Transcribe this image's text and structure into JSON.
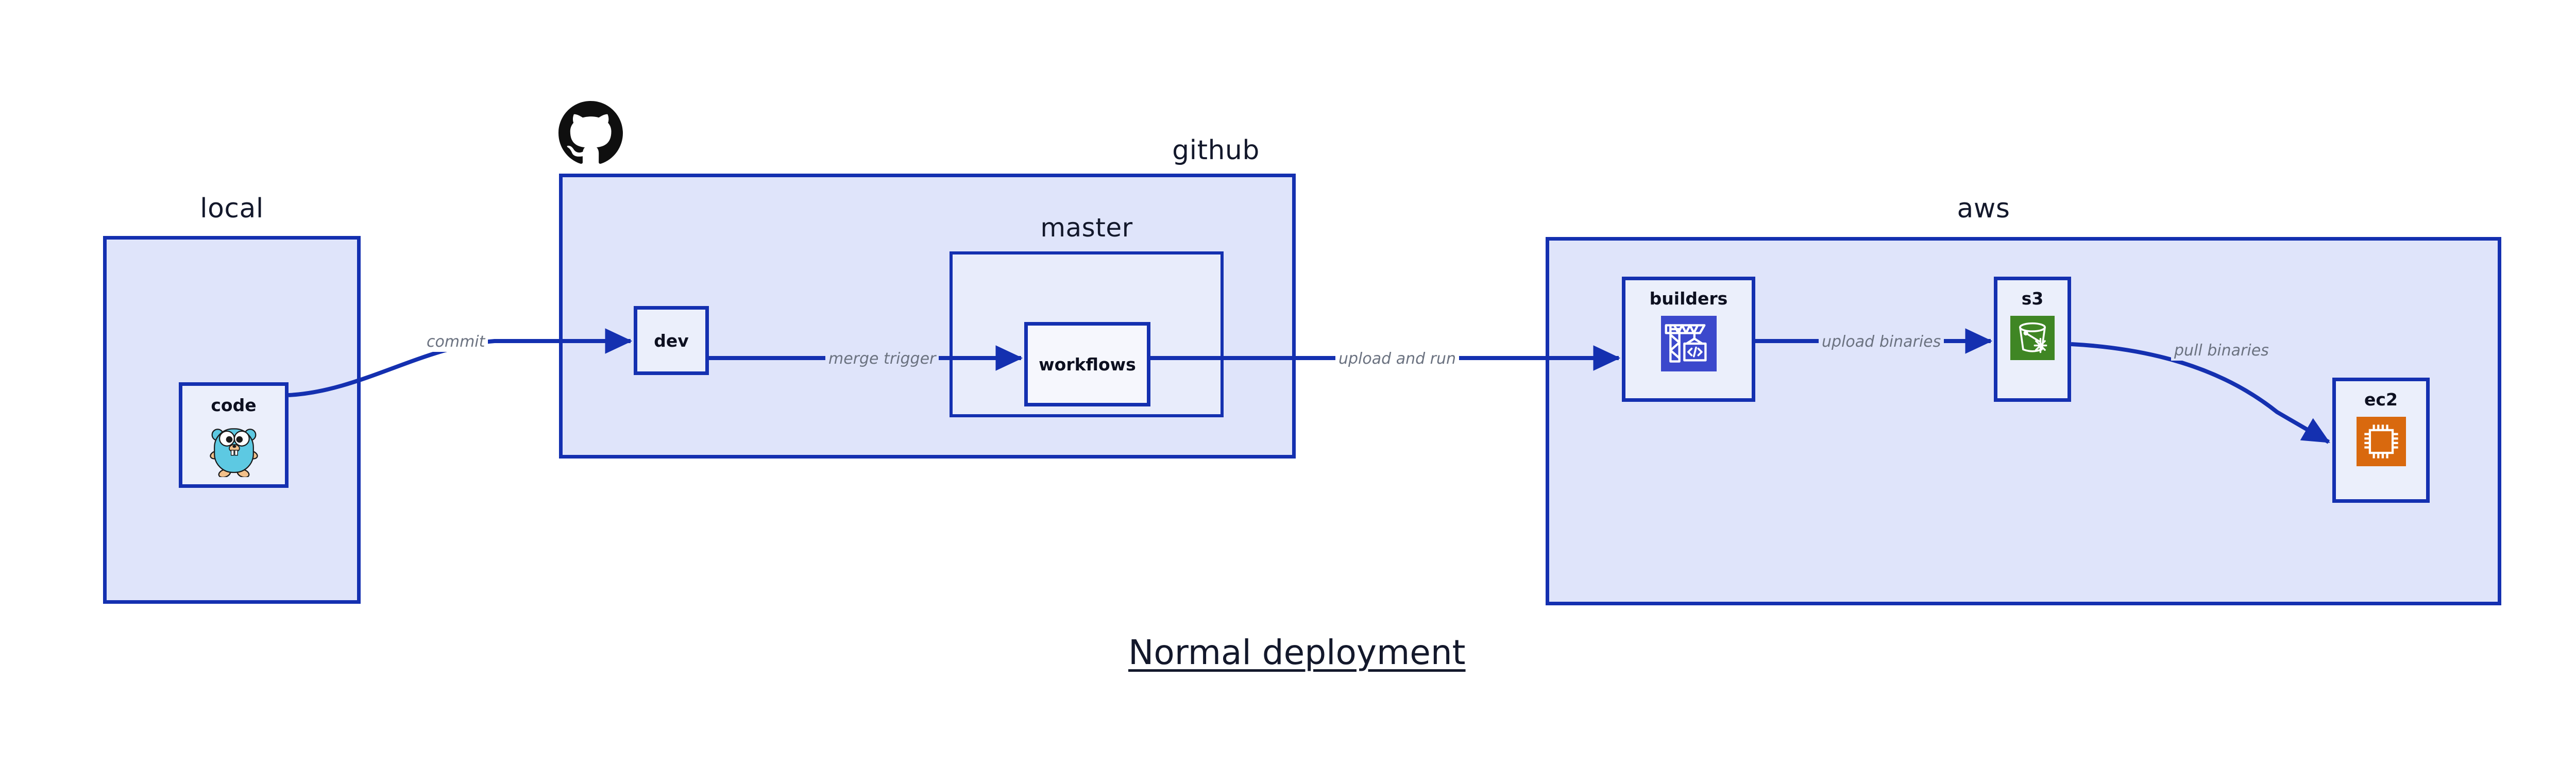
{
  "diagram": {
    "title": "Normal deployment",
    "colors": {
      "container_fill": "#dfe4fa",
      "container_border": "#1430b0",
      "node_fill": "#ebeffb",
      "inner_fill": "#e8ecfb",
      "arrow": "#1430b0",
      "label_text": "#6b7280",
      "title_text": "#13182b",
      "builders_icon_bg": "#3b48cc",
      "s3_icon_bg": "#3f8624",
      "ec2_icon_bg": "#d9690e",
      "gopher_body": "#5dc9e2",
      "github_logo": "#0f0f0f"
    },
    "groups": [
      {
        "id": "local",
        "label": "local"
      },
      {
        "id": "github",
        "label": "github"
      },
      {
        "id": "master",
        "label": "master"
      },
      {
        "id": "aws",
        "label": "aws"
      }
    ],
    "nodes": [
      {
        "id": "code",
        "label": "code",
        "icon": "go-gopher-icon"
      },
      {
        "id": "dev",
        "label": "dev",
        "icon": "none"
      },
      {
        "id": "workflows",
        "label": "workflows",
        "icon": "none"
      },
      {
        "id": "builders",
        "label": "builders",
        "icon": "aws-codebuild-crane-icon"
      },
      {
        "id": "s3",
        "label": "s3",
        "icon": "aws-s3-bucket-icon"
      },
      {
        "id": "ec2",
        "label": "ec2",
        "icon": "aws-ec2-chip-icon"
      }
    ],
    "edges": [
      {
        "id": "commit",
        "from": "code",
        "to": "dev",
        "label": "commit"
      },
      {
        "id": "merge-trigger",
        "from": "dev",
        "to": "workflows",
        "label": "merge trigger"
      },
      {
        "id": "upload-and-run",
        "from": "workflows",
        "to": "builders",
        "label": "upload and run"
      },
      {
        "id": "upload-binaries",
        "from": "builders",
        "to": "s3",
        "label": "upload binaries"
      },
      {
        "id": "pull-binaries",
        "from": "s3",
        "to": "ec2",
        "label": "pull binaries"
      }
    ],
    "logo": {
      "name": "github-octocat-logo"
    }
  }
}
